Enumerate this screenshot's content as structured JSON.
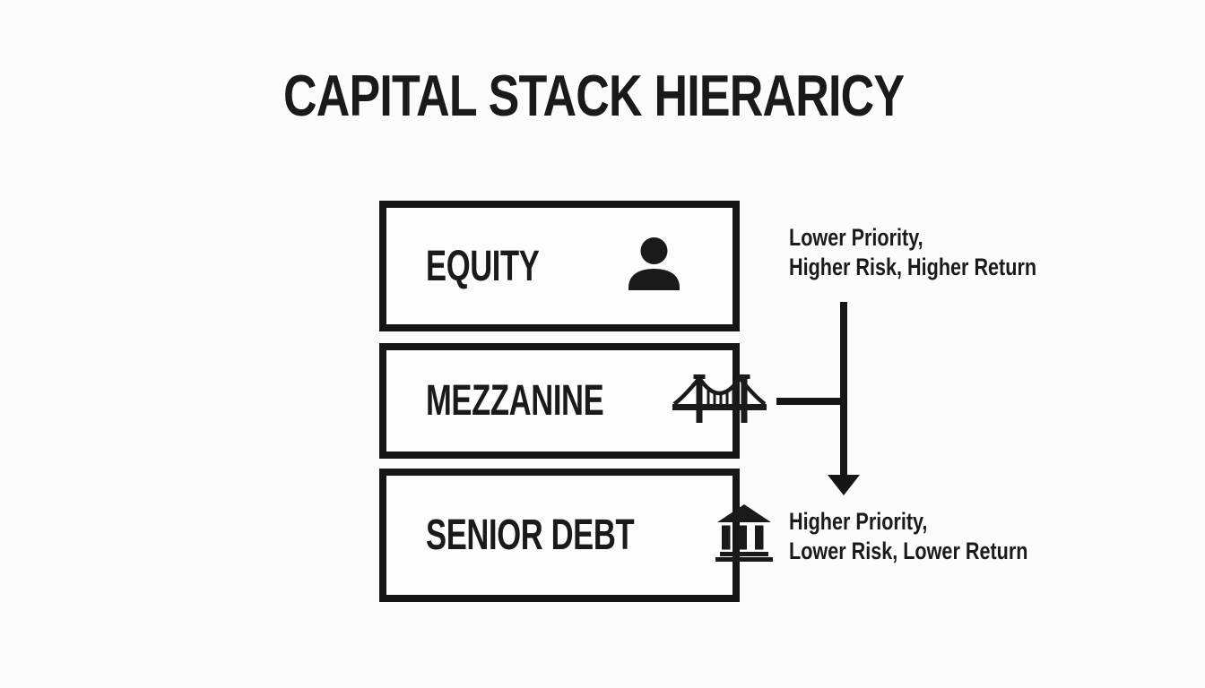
{
  "title": "CAPITAL STACK HIERARICY",
  "colors": {
    "ink": "#1a1a1a",
    "background": "#fcfcfc",
    "box_fill": "#fdfdfd"
  },
  "stack": {
    "layers": [
      {
        "label": "EQUITY",
        "icon": "person-icon"
      },
      {
        "label": "MEZZANINE",
        "icon": "bridge-icon"
      },
      {
        "label": "SENIOR DEBT",
        "icon": "bank-icon"
      }
    ]
  },
  "annotations": {
    "top": {
      "line1": "Lower Priority,",
      "line2": "Higher Risk, Higher Return"
    },
    "bottom": {
      "line1": "Higher Priority,",
      "line2": "Lower Risk, Lower Return"
    }
  },
  "arrow": {
    "direction": "down"
  }
}
